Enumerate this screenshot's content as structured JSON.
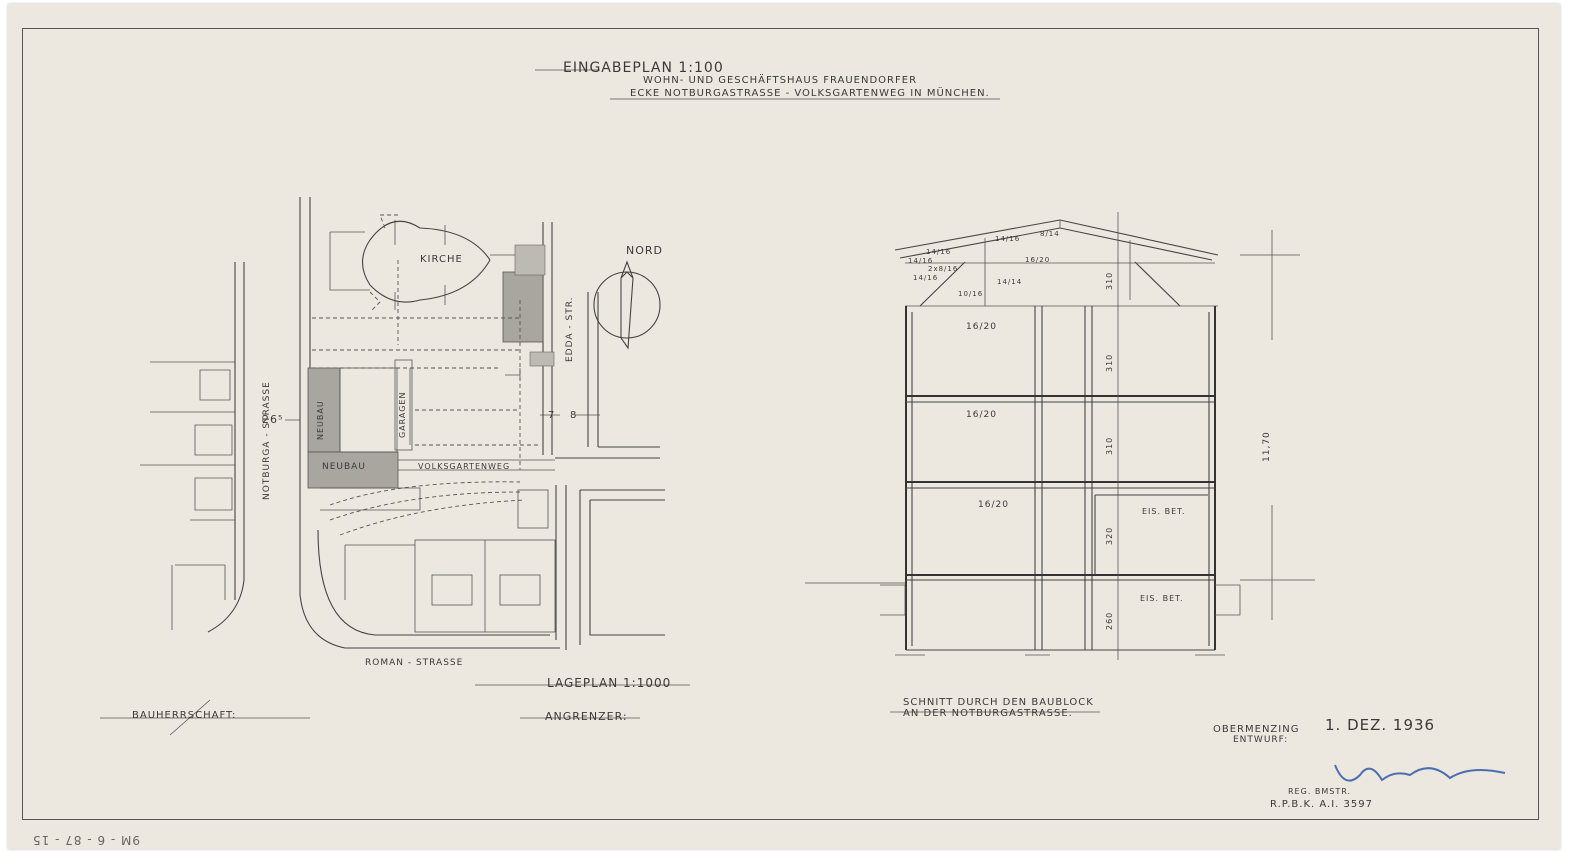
{
  "title": {
    "line1": "EINGABEPLAN 1:100",
    "line2": "WOHN- UND GESCHÄFTSHAUS FRAUENDORFER",
    "line3": "ECKE NOTBURGASTRASSE - VOLKSGARTENWEG IN MÜNCHEN."
  },
  "site_plan": {
    "caption": "LAGEPLAN 1:1000",
    "kirche": "KIRCHE",
    "nord": "NORD",
    "street_notburga": "NOTBURGA - STRASSE",
    "street_edda": "EDDA - STR.",
    "street_roman": "ROMAN - STRASSE",
    "street_volksgarten": "VOLKSGARTENWEG",
    "neubau_vertical": "NEUBAU",
    "neubau_horizontal": "NEUBAU",
    "garagen": "GARAGEN",
    "dim_26": "26⁵",
    "dim_7": "7",
    "dim_8": "8"
  },
  "section": {
    "caption_line1": "SCHNITT DURCH DEN BAUBLOCK",
    "caption_line2": "AN DER NOTBURGASTRASSE.",
    "timber_labels": [
      "14/16",
      "14/16",
      "8/14",
      "14/16",
      "2x8/16",
      "14/16",
      "10/16",
      "14/14",
      "16/20"
    ],
    "beam_labels": [
      "16/20",
      "16/20",
      "16/20"
    ],
    "concrete_labels": [
      "EIS. BET.",
      "EIS. BET."
    ],
    "heights": [
      "310",
      "310",
      "310",
      "320",
      "260"
    ],
    "total_height": "11,70"
  },
  "footer": {
    "bauherrschaft": "BAUHERRSCHAFT:",
    "angrenzer": "ANGRENZER:",
    "place_date_label": "OBERMENZING",
    "date": "1. DEZ. 1936",
    "entwurf": "ENTWURF:",
    "reg_line1": "REG. BMSTR.",
    "reg_line2": "R.P.B.K. A.I. 3597",
    "corner_note": "9M - 6 - 87 - 15"
  }
}
